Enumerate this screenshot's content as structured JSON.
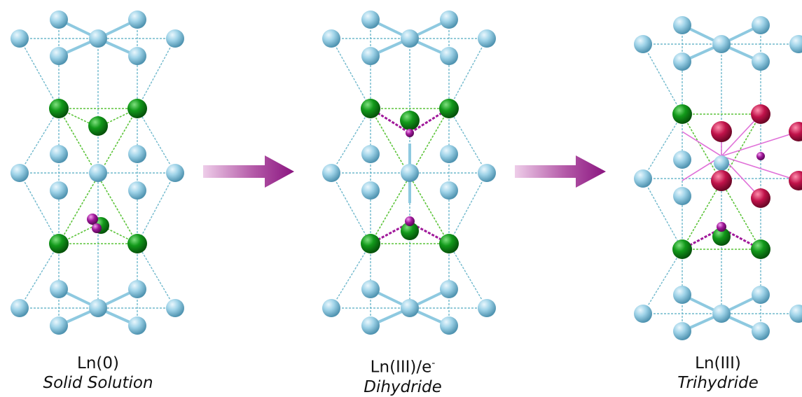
{
  "panels": [
    {
      "formula": "Ln(0)",
      "formula_sup": "",
      "name": "Solid Solution"
    },
    {
      "formula": "Ln(III)/e",
      "formula_sup": "-",
      "name": "Dihydride"
    },
    {
      "formula": "Ln(III)",
      "formula_sup": "",
      "name": "Trihydride"
    }
  ],
  "colors": {
    "light_atom": "#8ec9e0",
    "green_atom": "#0a8a12",
    "magenta_atom": "#a0189a",
    "crimson_atom": "#c0124a",
    "arrow": "#8a1580"
  }
}
